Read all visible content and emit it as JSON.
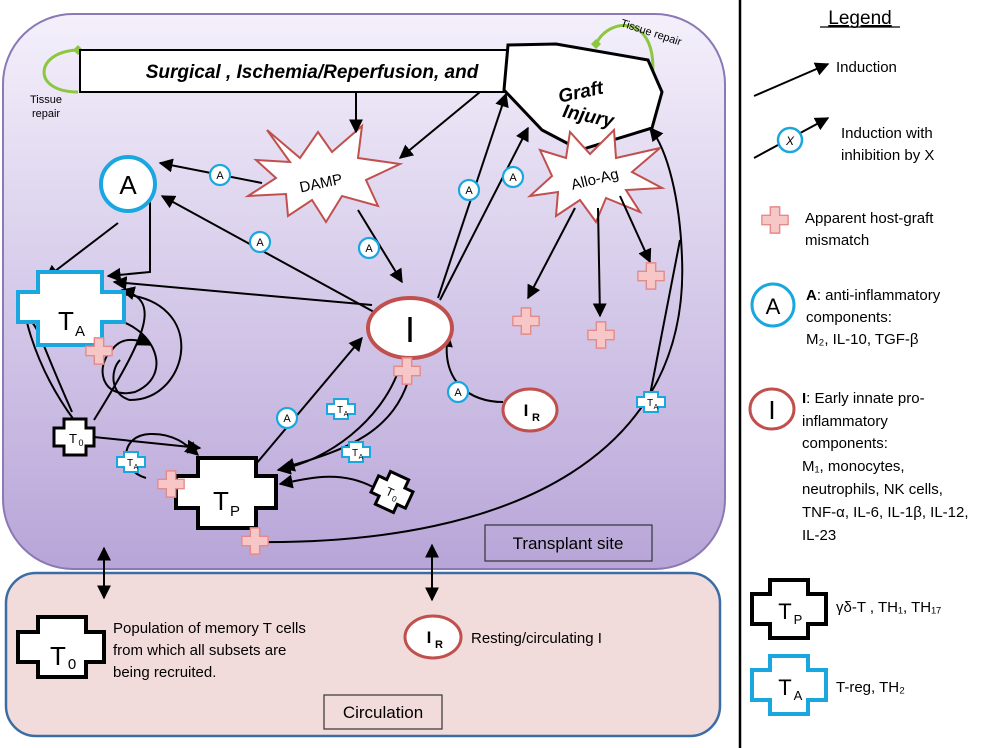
{
  "diagram": {
    "regions": {
      "transplant_site": "Transplant site",
      "circulation": "Circulation"
    },
    "banner": {
      "text": "Surgical , Ischemia/Reperfusion, and",
      "graft_injury_line1": "Graft",
      "graft_injury_line2": "Injury"
    },
    "tissue_repair": "Tissue repair",
    "tissue_repair_left_line1": "Tissue",
    "tissue_repair_left_line2": "repair",
    "nodes": {
      "damp": "DAMP",
      "allo_ag": "Allo-Ag",
      "a": "A",
      "i": "I",
      "ta_letter": "T",
      "ta_sub": "A",
      "tp_letter": "T",
      "tp_sub": "P",
      "t0_letter": "T",
      "t0_sub": "0",
      "ir_letter": "I",
      "ir_sub": "R"
    },
    "circulation_text": {
      "memory_line1": "Population of memory T cells",
      "memory_line2": "from which all subsets are",
      "memory_line3": "being recruited.",
      "resting": "Resting/circulating I"
    }
  },
  "legend": {
    "title": "Legend",
    "induction": "Induction",
    "inhibition_line1": "Induction with",
    "inhibition_line2": "inhibition by X",
    "inhibition_marker": "X",
    "mismatch_line1": "Apparent host-graft",
    "mismatch_line2": "mismatch",
    "a_letter": "A",
    "a_bold": "A",
    "a_desc_line1": ": anti-inflammatory",
    "a_desc_line2": "components:",
    "a_desc_line3": "M₂, IL-10, TGF-β",
    "i_letter": "I",
    "i_bold": "I",
    "i_desc_line1": ": Early innate  pro-",
    "i_desc_line2": "inflammatory",
    "i_desc_line3": "components:",
    "i_desc_line4": "M₁, monocytes,",
    "i_desc_line5": "neutrophils, NK cells,",
    "i_desc_line6": "TNF-α, IL-6, IL-1β, IL-12,",
    "i_desc_line7": "IL-23",
    "tp_desc": "γδ-T , TH₁, TH₁₇",
    "ta_desc": "T-reg, TH₂"
  },
  "colors": {
    "blue_ring": "#1aa7e0",
    "red_ring": "#c0504d",
    "mismatch_fill": "#f6c5c5",
    "mismatch_stroke": "#e07a7a",
    "repair_green": "#8dc63f",
    "site_fill_top": "#f3eefa",
    "site_fill_bottom": "#b7a4d6",
    "circulation_fill": "#f2dcdb"
  }
}
